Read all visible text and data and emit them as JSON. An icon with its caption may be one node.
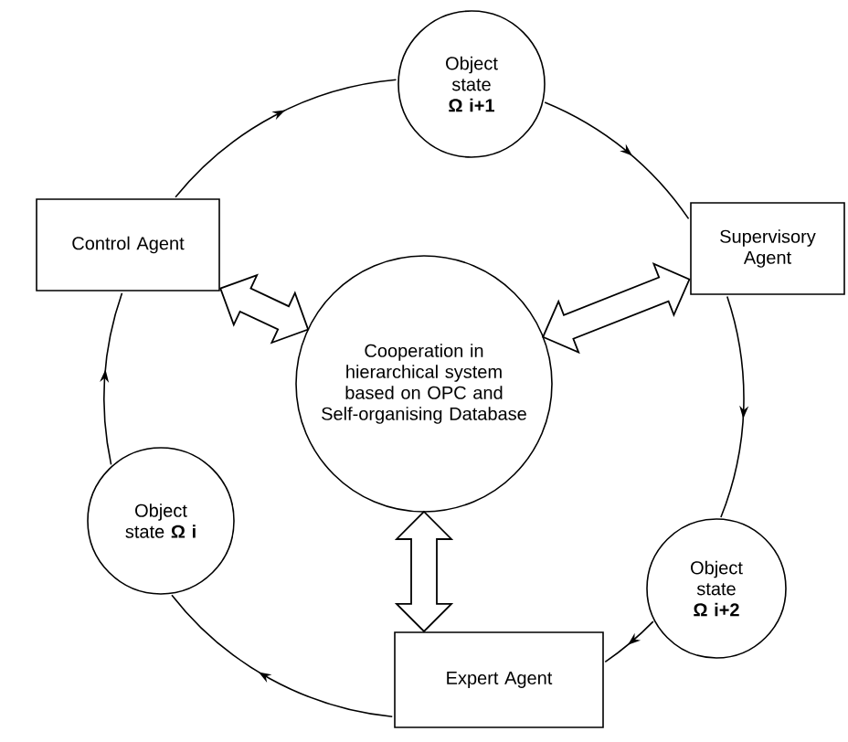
{
  "diagram": {
    "nodes": [
      {
        "text": [
          "Object state **Ω i+1**"
        ]
      },
      {
        "text": [
          "Supervisory Agent"
        ]
      },
      {
        "text": [
          "Object state **Ω i+2**"
        ]
      },
      {
        "text": [
          "Expert Agent"
        ]
      },
      {
        "text": [
          "Object state **Ω i**"
        ]
      },
      {
        "text": [
          "Control Agent"
        ]
      },
      {
        "text": [
          "Cooperation in hierarchical system based on OPC and Self-organising Database"
        ]
      }
    ],
    "edges": [
      {
        "from": 0,
        "to": 1,
        "arrow": "to"
      },
      {
        "from": 1,
        "to": 2,
        "arrow": "to"
      },
      {
        "from": 2,
        "to": 3,
        "arrow": "to"
      },
      {
        "from": 3,
        "to": 4,
        "arrow": "to"
      },
      {
        "from": 4,
        "to": 5,
        "arrow": "to"
      },
      {
        "from": 5,
        "to": 0,
        "arrow": "to"
      },
      {
        "from": 5,
        "to": 6,
        "arrow": "both",
        "style": "thick"
      },
      {
        "from": 1,
        "to": 6,
        "arrow": "both",
        "style": "thick"
      },
      {
        "from": 3,
        "to": 6,
        "arrow": "both",
        "style": "thick"
      }
    ]
  }
}
